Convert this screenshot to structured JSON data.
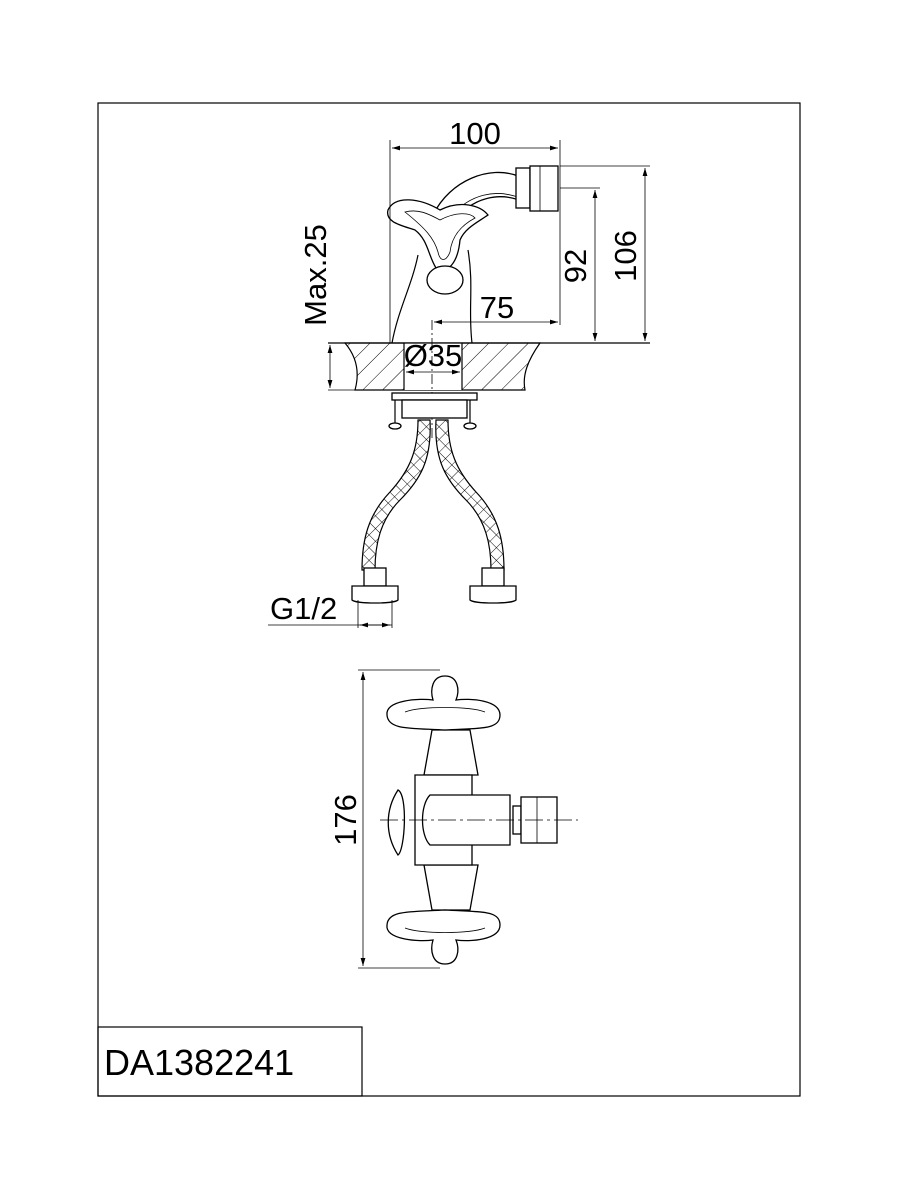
{
  "drawing": {
    "model": "DA1382241",
    "dimensions": {
      "width": "100",
      "height_total": "106",
      "height_outlet": "92",
      "reach": "75",
      "max_thickness": "Max.25",
      "hole_diameter": "Ø35",
      "connection": "G1/2",
      "handle_span": "176"
    }
  }
}
